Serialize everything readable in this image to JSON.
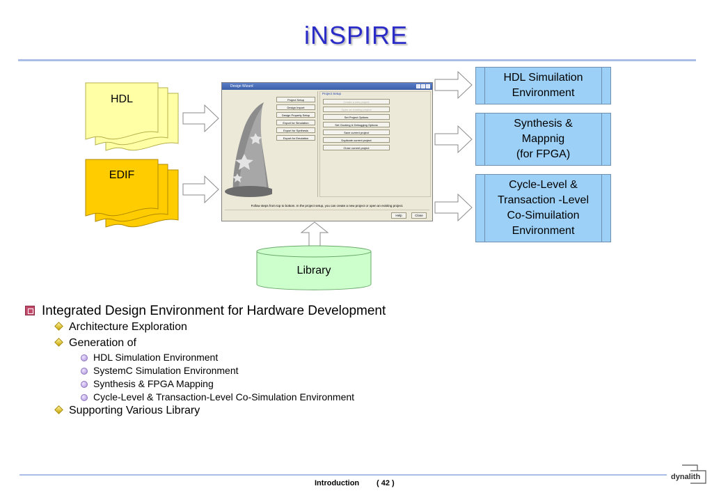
{
  "title": "iNSPIRE",
  "inputs": [
    {
      "label": "HDL",
      "fill": "#ffffa6",
      "stroke": "#b5b04a"
    },
    {
      "label": "EDIF",
      "fill": "#ffcc00",
      "stroke": "#b08a00"
    }
  ],
  "outputs": [
    {
      "label": "HDL Simuilation\nEnvironment"
    },
    {
      "label": "Synthesis &\nMappnig\n(for FPGA)"
    },
    {
      "label": "Cycle-Level &\nTransaction -Level\nCo-Simuilation\nEnvironment"
    }
  ],
  "library": {
    "label": "Library",
    "fill": "#ccffcc",
    "stroke": "#6aa86a"
  },
  "wizard": {
    "window_title": "Design Wizard",
    "steps": [
      "Project Setup",
      "Design Import",
      "Design Property Setup",
      "Export for Simulation",
      "Export for Synthesis",
      "Export for Emulation"
    ],
    "group_title": "Project Setup",
    "options": [
      {
        "label": "Create a new project",
        "enabled": false
      },
      {
        "label": "Open an existing project",
        "enabled": false
      },
      {
        "label": "Set Project Options",
        "enabled": true
      },
      {
        "label": "Set Clocking & Debugging Options",
        "enabled": true
      },
      {
        "label": "Save current project",
        "enabled": true
      },
      {
        "label": "Duplicate current project",
        "enabled": true
      },
      {
        "label": "Close current project",
        "enabled": true
      }
    ],
    "footer_text": "Follow steps from top to bottom. In the project setup, you can create a new project or open an existing project.",
    "help_label": "Help",
    "close_label": "Close"
  },
  "bullets": {
    "main": "Integrated Design Environment for Hardware Development",
    "items": [
      {
        "text": "Architecture Exploration",
        "children": []
      },
      {
        "text": "Generation of",
        "children": [
          "HDL Simulation Environment",
          "SystemC Simulation Environment",
          "Synthesis & FPGA Mapping",
          "Cycle-Level & Transaction-Level Co-Simulation Environment"
        ]
      },
      {
        "text": "Supporting Various Library",
        "children": []
      }
    ]
  },
  "footer": {
    "section": "Introduction",
    "page": "( 42 )",
    "logo": "dynalith"
  },
  "colors": {
    "title": "#2b2bc8",
    "rule": "#a9bde6",
    "env_box": "#9cd0f7"
  }
}
